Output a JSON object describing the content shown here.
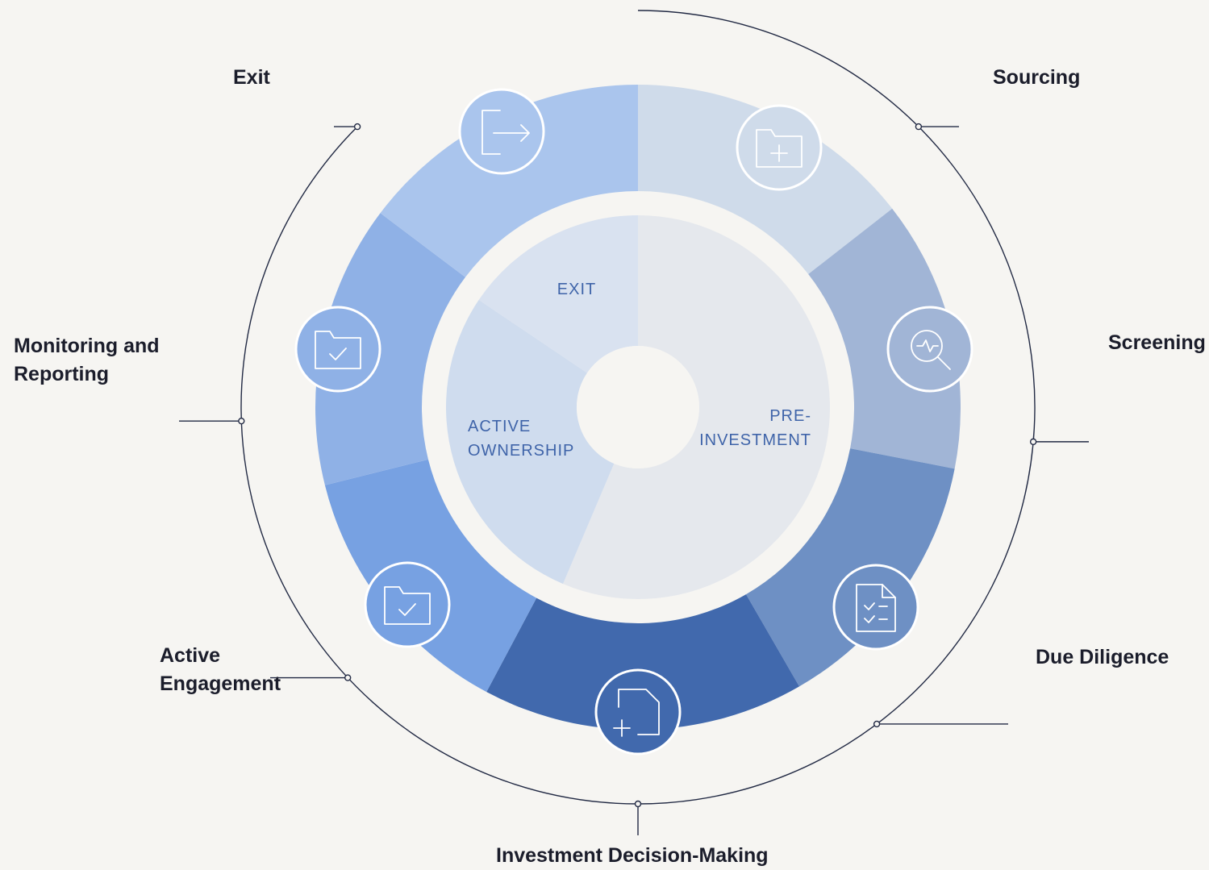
{
  "stages": [
    {
      "id": "sourcing",
      "label": "Sourcing",
      "icon": "folder-plus-icon",
      "color": "#cfdbea"
    },
    {
      "id": "screening",
      "label": "Screening",
      "icon": "search-pulse-icon",
      "color": "#a1b5d6"
    },
    {
      "id": "due-diligence",
      "label": "Due Diligence",
      "icon": "checklist-icon",
      "color": "#6e90c4"
    },
    {
      "id": "investment-decision",
      "label": "Investment Decision-Making",
      "icon": "document-plus-icon",
      "color": "#4169ad"
    },
    {
      "id": "active-engagement",
      "label": "Active\nEngagement",
      "icon": "folder-check-icon",
      "color": "#77a1e2"
    },
    {
      "id": "monitoring",
      "label": "Monitoring and\nReporting",
      "icon": "folder-check-icon",
      "color": "#8fb1e6"
    },
    {
      "id": "exit",
      "label": "Exit",
      "icon": "exit-arrow-icon",
      "color": "#aac5ed"
    }
  ],
  "phases": [
    {
      "id": "pre-investment",
      "lines": [
        "PRE-",
        "INVESTMENT"
      ],
      "color": "#e5e8ed"
    },
    {
      "id": "active-ownership",
      "lines": [
        "ACTIVE",
        "OWNERSHIP"
      ],
      "color": "#cfdcee"
    },
    {
      "id": "exit",
      "lines": [
        "EXIT"
      ],
      "color": "#d9e2f0"
    }
  ],
  "colors": {
    "background": "#f6f5f2",
    "outline": "#222a44",
    "phase_text": "#3f64a9",
    "label_text": "#1b1d2b",
    "icon_stroke": "#ffffff"
  }
}
